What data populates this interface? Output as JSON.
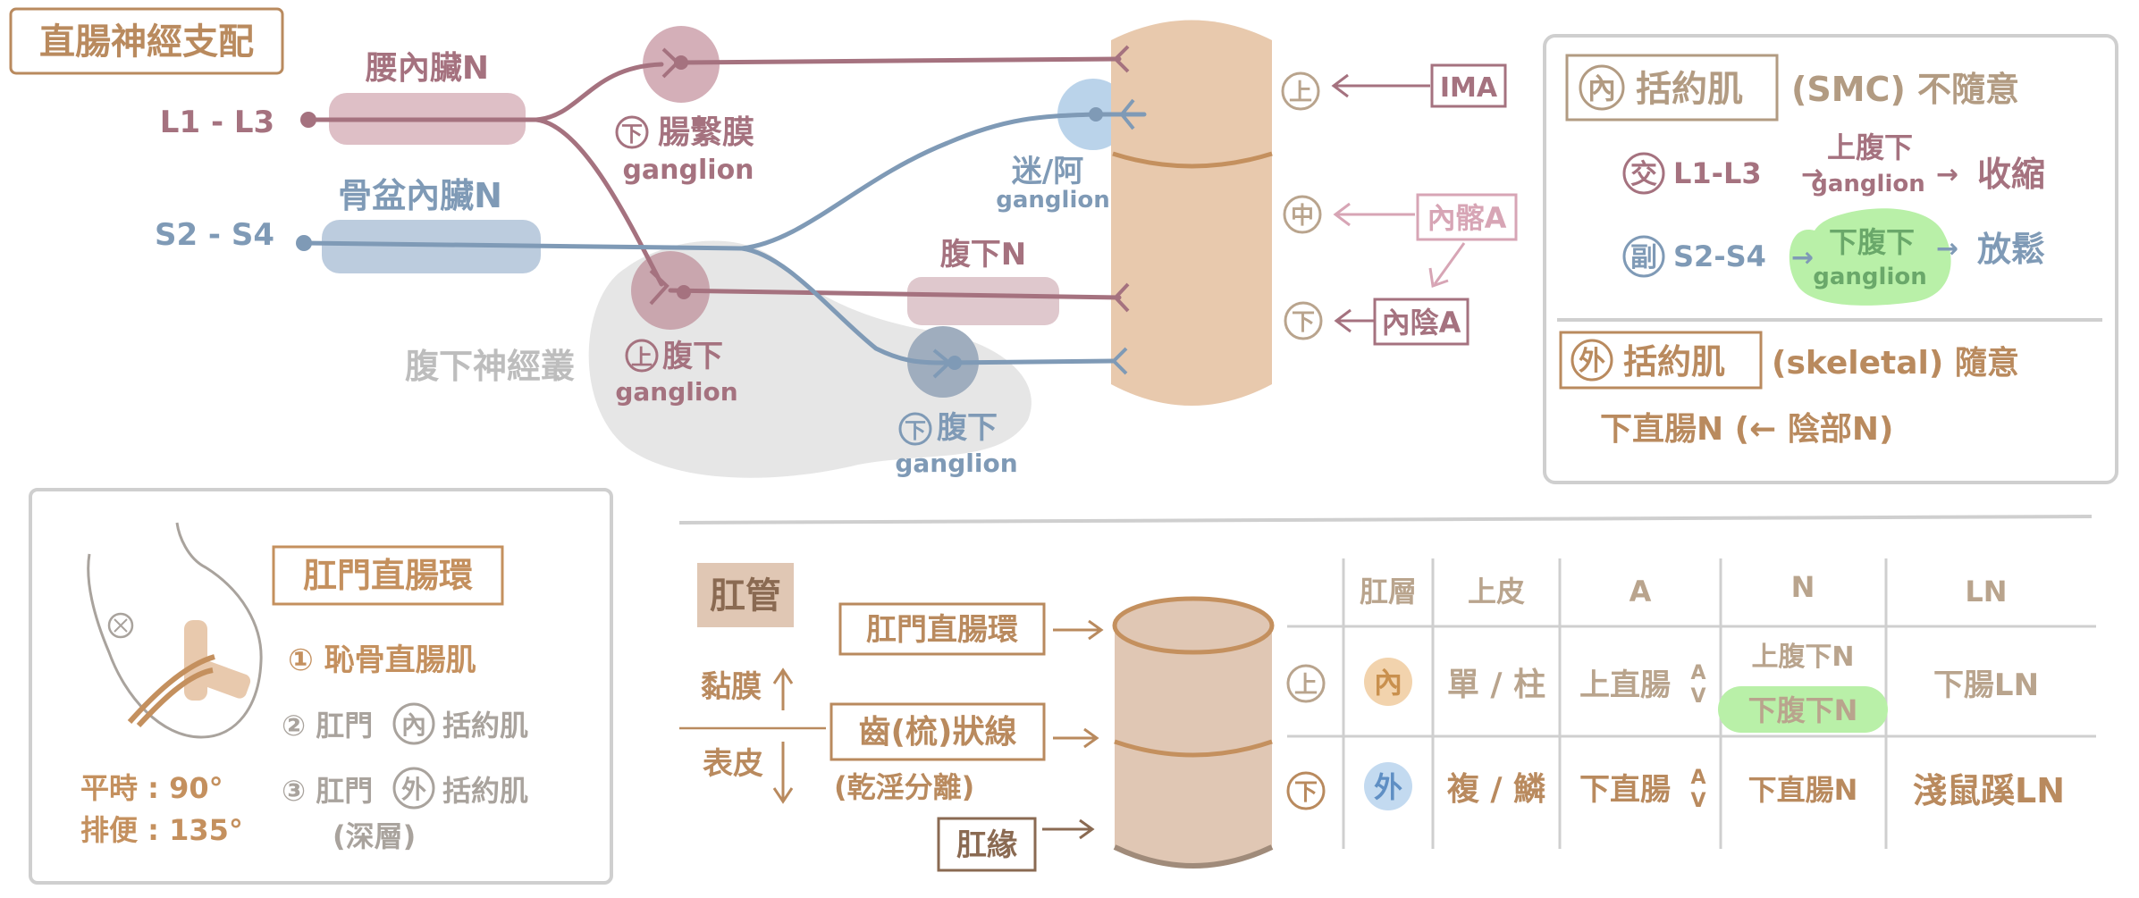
{
  "colors": {
    "brown": "#b98a5e",
    "mauve": "#a5727f",
    "blue": "#7f9ab6",
    "gray": "#bdbdbd",
    "rectum_fill": "#e8c9ad",
    "green_highlight": "#b9f0a8",
    "orange_badge": "#f2d3ad",
    "blue_badge": "#c3daf0"
  },
  "nerve": {
    "title": "直腸神經支配",
    "l1_l3": "L1 - L3",
    "s2_s4": "S2 - S4",
    "lumbar_nerve": "腰內臟N",
    "pelvic_nerve": "骨盆內臟N",
    "mesenteric_circle": "下",
    "mesenteric_label": "腸繫膜",
    "mesenteric_sub": "ganglion",
    "vagus_label": "迷/阿",
    "vagus_sub": "ganglion",
    "hypogastric_nerve": "腹下N",
    "plexus_label": "腹下神經叢",
    "sup_circle": "上",
    "sup_label": "腹下",
    "sup_sub": "ganglion",
    "inf_circle": "下",
    "inf_label": "腹下",
    "inf_sub": "ganglion"
  },
  "arteries": {
    "upper": "上",
    "middle": "中",
    "lower": "下",
    "ima": "IMA",
    "internal_iliac": "內髂A",
    "internal_pudendal": "內陰A"
  },
  "sphincter": {
    "internal_tag": "內",
    "internal_title": "括約肌",
    "internal_note": "(SMC) 不隨意",
    "symp_circle": "交",
    "symp_spinal": "L1-L3",
    "symp_ganglion_top": "上腹下",
    "symp_ganglion_sub": "ganglion",
    "symp_result": "收縮",
    "para_circle": "副",
    "para_spinal": "S2-S4",
    "para_ganglion_top": "下腹下",
    "para_ganglion_sub": "ganglion",
    "para_result": "放鬆",
    "external_tag": "外",
    "external_title": "括約肌",
    "external_note": "(skeletal) 隨意",
    "external_nerve": "下直腸N (← 陰部N)"
  },
  "anorectal_ring": {
    "title": "肛門直腸環",
    "item1": "① 恥骨直腸肌",
    "item2_pre": "② 肛門",
    "item2_tag": "內",
    "item2_post": "括約肌",
    "item3_pre": "③ 肛門",
    "item3_tag": "外",
    "item3_post": "括約肌",
    "item3_note": "(深層)",
    "rest_angle": "平時 : 90°",
    "defecation_angle": "排便 : 135°"
  },
  "anal_canal": {
    "title": "肛管",
    "mucosa": "黏膜",
    "skin": "表皮",
    "ring_label": "肛門直腸環",
    "dentate_label": "齒(梳)狀線",
    "dentate_note": "(乾淫分離)",
    "anal_verge": "肛緣"
  },
  "table": {
    "headers": [
      "肛層",
      "上皮",
      "A",
      "N",
      "LN"
    ],
    "rows": [
      {
        "label": "上",
        "layer": "內",
        "epithelium": "單 / 柱",
        "artery": "上直腸",
        "av": "A\nV",
        "nerve_top": "上腹下N",
        "nerve_bottom": "下腹下N",
        "ln": "下腸LN"
      },
      {
        "label": "下",
        "layer": "外",
        "epithelium": "複 / 鱗",
        "artery": "下直腸",
        "av": "A\nV",
        "nerve_top": "下直腸N",
        "ln": "淺鼠蹊LN"
      }
    ]
  }
}
